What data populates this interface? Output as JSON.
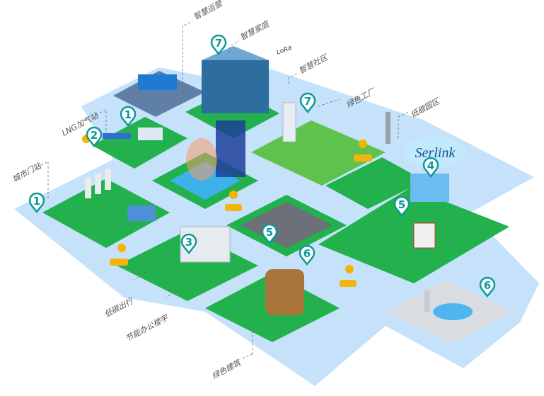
{
  "labels": {
    "smart_operation": "智慧运营",
    "smart_home": "智慧家庭",
    "lora": "LoRa",
    "smart_community": "智慧社区",
    "green_factory": "绿色工厂",
    "low_carbon_park": "低碳园区",
    "lng_station": "LNG加气站",
    "city_gate_station": "城市门站",
    "low_carbon_travel": "低碳出行",
    "energy_saving_office": "节能办公楼宇",
    "green_building": "绿色建筑"
  },
  "brand": "Serlink",
  "markers": [
    "7",
    "7",
    "1",
    "2",
    "1",
    "3",
    "5",
    "5",
    "4",
    "6",
    "6"
  ],
  "colors": {
    "road": "#bcdcf7",
    "green": "#23b14d",
    "marker": "#0a9a9a",
    "pin_yellow": "#f5b400"
  }
}
